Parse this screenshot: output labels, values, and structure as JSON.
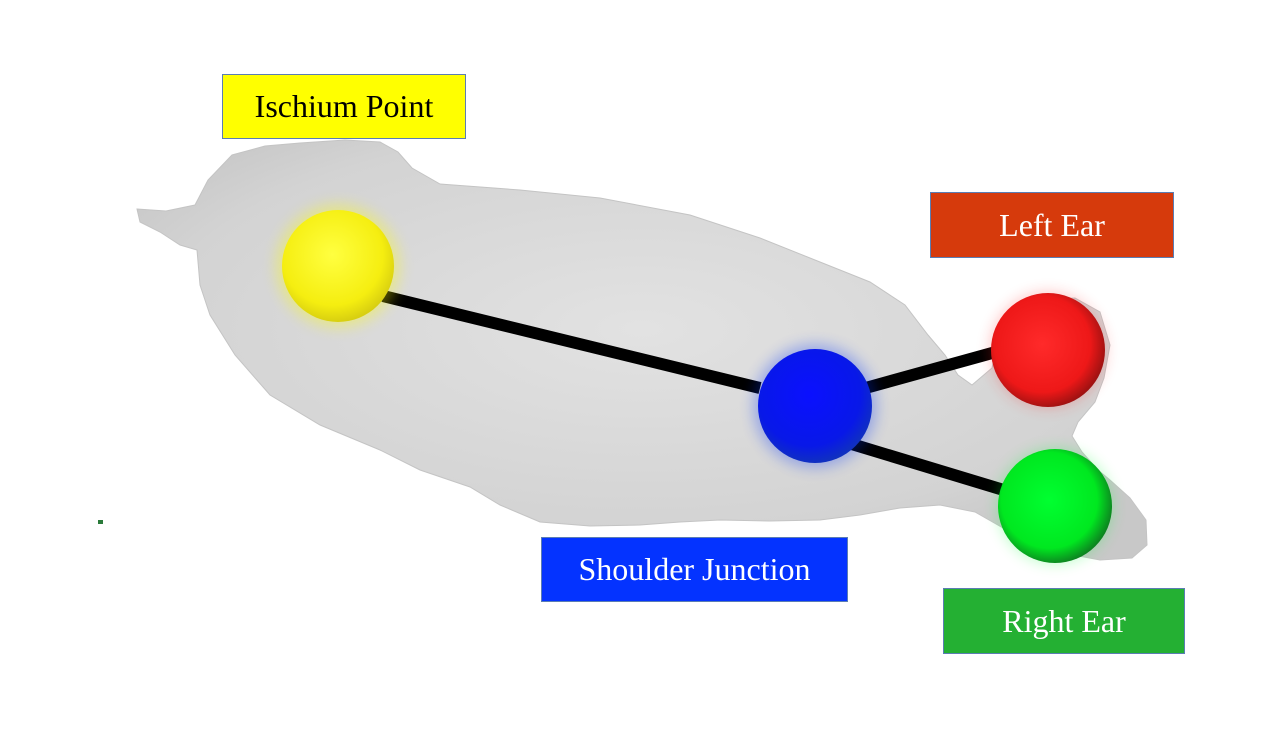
{
  "labels": {
    "ischium_point": "Ischium Point",
    "left_ear": "Left Ear",
    "shoulder_junction": "Shoulder Junction",
    "right_ear": "Right Ear"
  },
  "colors": {
    "ischium_point": "#ffff00",
    "left_ear": "#d63a0c",
    "shoulder_junction": "#0433ff",
    "right_ear": "#24b033",
    "skeleton_line": "#000000",
    "mouse_body": "#d9d9d9",
    "box_border": "#5b7db3"
  }
}
